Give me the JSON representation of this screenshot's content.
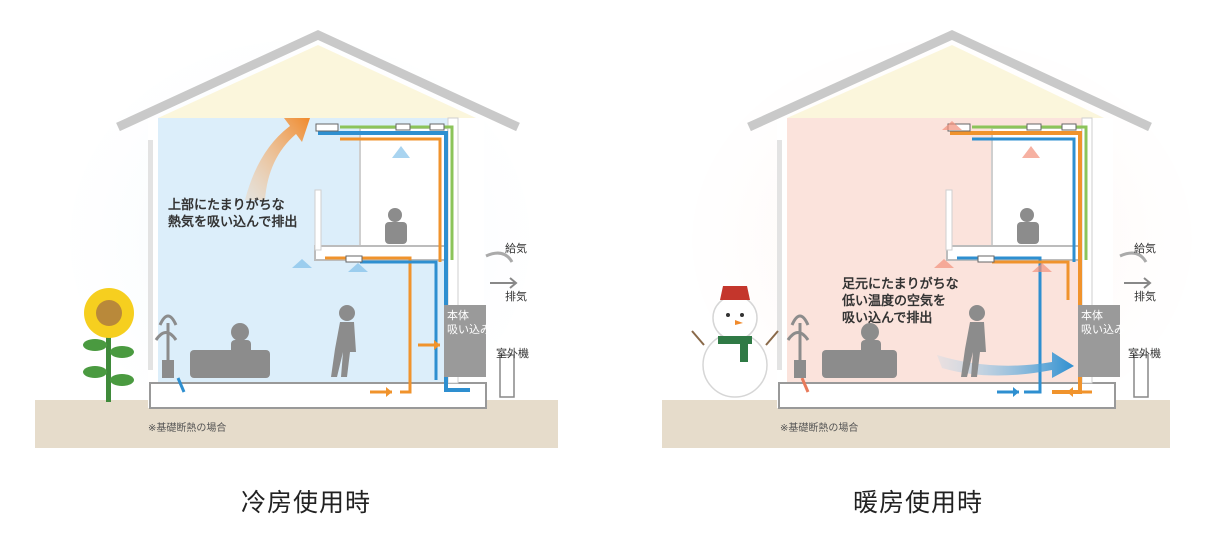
{
  "cooling": {
    "caption": "冷房使用時",
    "callout_line1": "上部にたまりがちな",
    "callout_line2": "熱気を吸い込んで排出",
    "unit_line1": "本体",
    "unit_line2": "吸い込み",
    "supply_label": "給気",
    "exhaust_label": "排気",
    "outdoor_label": "室外機",
    "footnote": "※基礎断熱の場合"
  },
  "heating": {
    "caption": "暖房使用時",
    "callout_line1": "足元にたまりがちな",
    "callout_line2": "低い温度の空気を",
    "callout_line3": "吸い込んで排出",
    "unit_line1": "本体",
    "unit_line2": "吸い込み",
    "supply_label": "給気",
    "exhaust_label": "排気",
    "outdoor_label": "室外機",
    "footnote": "※基礎断熱の場合"
  },
  "colors": {
    "cool_room": "#dceefa",
    "warm_room": "#fbe3dc",
    "attic": "#fbf6dc",
    "ground": "#e6dccb",
    "duct_blue": "#2e8fd0",
    "duct_orange": "#f0932c",
    "duct_green": "#8cc45a",
    "silhouette": "#8c8c8c"
  }
}
